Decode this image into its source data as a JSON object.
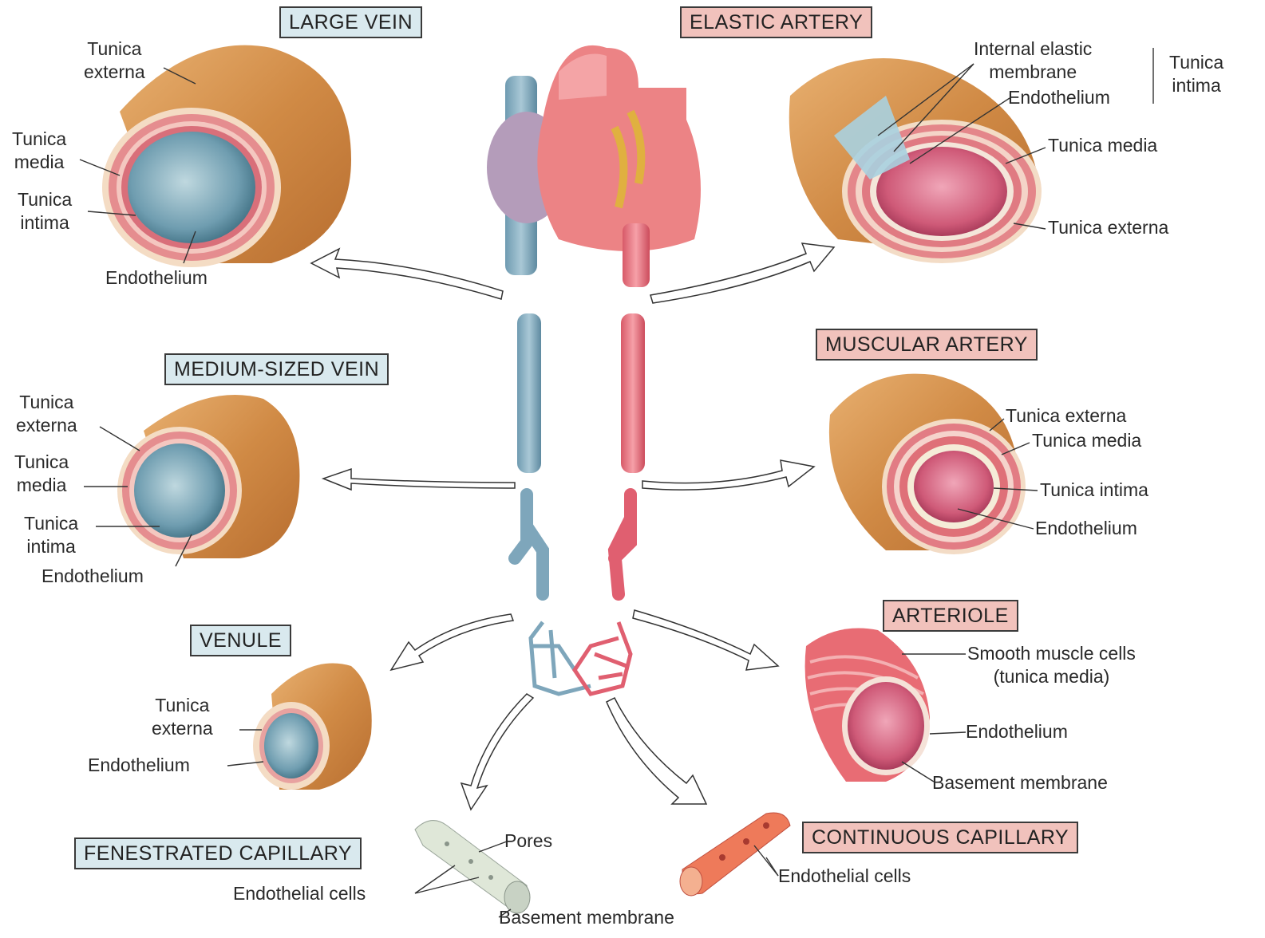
{
  "titles": {
    "large_vein": "LARGE VEIN",
    "elastic_artery": "ELASTIC ARTERY",
    "medium_vein": "MEDIUM-SIZED VEIN",
    "muscular_artery": "MUSCULAR ARTERY",
    "venule": "VENULE",
    "arteriole": "ARTERIOLE",
    "fenestrated_capillary": "FENESTRATED CAPILLARY",
    "continuous_capillary": "CONTINUOUS CAPILLARY"
  },
  "large_vein": {
    "tunica_externa": "Tunica\nexterna",
    "tunica_media": "Tunica\nmedia",
    "tunica_intima": "Tunica\nintima",
    "endothelium": "Endothelium"
  },
  "elastic_artery": {
    "internal_elastic_membrane": "Internal elastic\nmembrane",
    "endothelium": "Endothelium",
    "tunica_intima_group": "Tunica\nintima",
    "tunica_media": "Tunica media",
    "tunica_externa": "Tunica externa"
  },
  "medium_vein": {
    "tunica_externa": "Tunica\nexterna",
    "tunica_media": "Tunica\nmedia",
    "tunica_intima": "Tunica\nintima",
    "endothelium": "Endothelium"
  },
  "muscular_artery": {
    "tunica_externa": "Tunica externa",
    "tunica_media": "Tunica media",
    "tunica_intima": "Tunica intima",
    "endothelium": "Endothelium"
  },
  "venule": {
    "tunica_externa": "Tunica\nexterna",
    "endothelium": "Endothelium"
  },
  "arteriole": {
    "smooth_muscle": "Smooth muscle cells\n(tunica media)",
    "endothelium": "Endothelium",
    "basement_membrane": "Basement membrane"
  },
  "fenestrated_capillary": {
    "pores": "Pores",
    "endothelial_cells": "Endothelial cells",
    "basement_membrane": "Basement membrane"
  },
  "continuous_capillary": {
    "endothelial_cells": "Endothelial cells"
  },
  "colors": {
    "vein_blue": "#8fb4c8",
    "artery_red": "#ee7a84",
    "externa_tan": "#d9944e",
    "media_pink": "#e88a8a",
    "lumen_vein": "#5f8fa3",
    "lumen_artery": "#c8506e",
    "vein_title_bg": "#d9e9ee",
    "artery_title_bg": "#f1c2bc"
  }
}
